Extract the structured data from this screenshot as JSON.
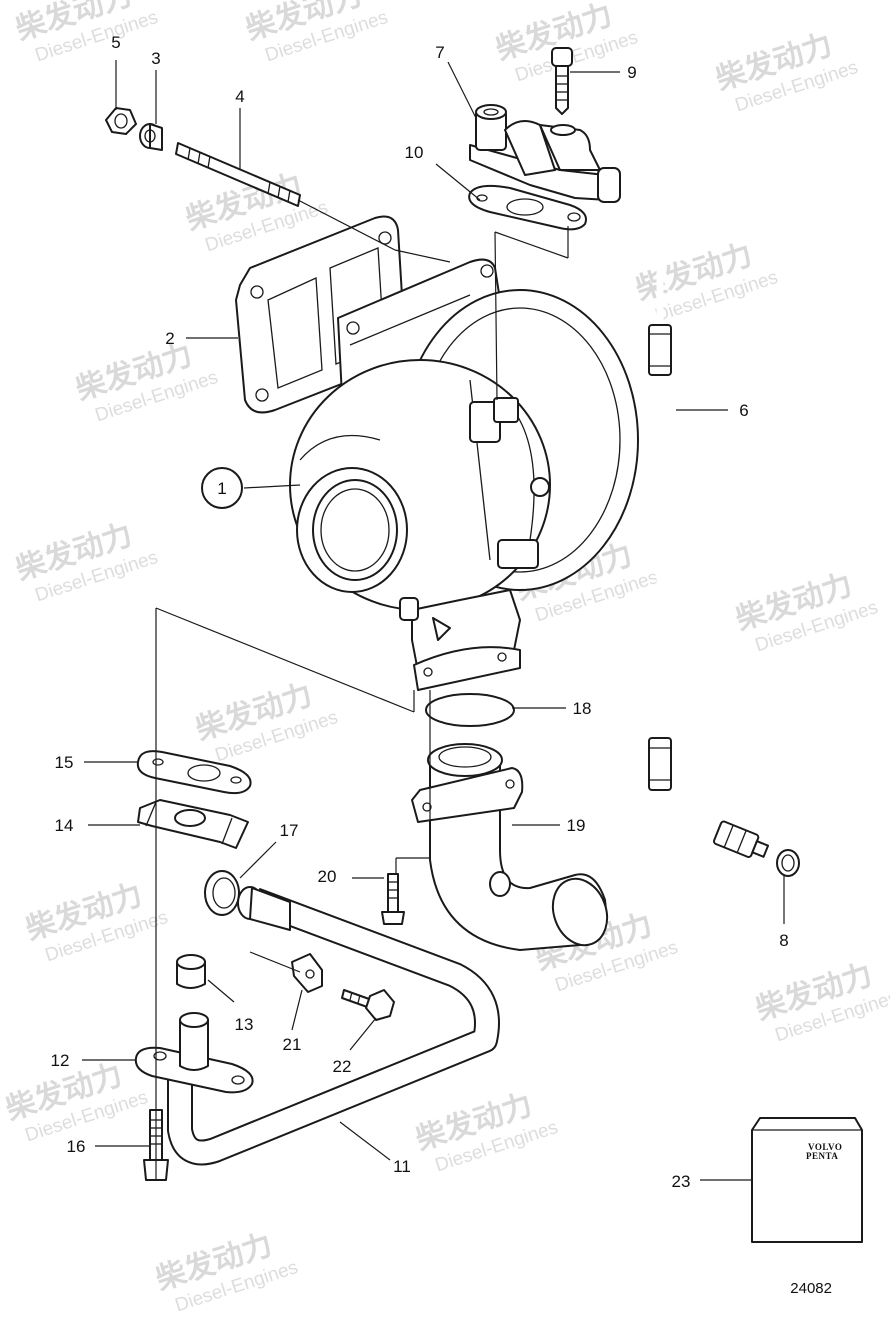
{
  "watermark": {
    "brand_cn": "柴发动力",
    "brand_en": "Diesel-Engines"
  },
  "kit_logo": {
    "line1": "VOLVO",
    "line2": "PENTA"
  },
  "drawing_number": "24082",
  "callouts": [
    {
      "id": "p1",
      "label": "1"
    },
    {
      "id": "p2",
      "label": "2"
    },
    {
      "id": "p3",
      "label": "3"
    },
    {
      "id": "p4",
      "label": "4"
    },
    {
      "id": "p5",
      "label": "5"
    },
    {
      "id": "p6",
      "label": "6"
    },
    {
      "id": "p7",
      "label": "7"
    },
    {
      "id": "p8",
      "label": "8"
    },
    {
      "id": "p9",
      "label": "9"
    },
    {
      "id": "p10",
      "label": "10"
    },
    {
      "id": "p11",
      "label": "11"
    },
    {
      "id": "p12",
      "label": "12"
    },
    {
      "id": "p13",
      "label": "13"
    },
    {
      "id": "p14",
      "label": "14"
    },
    {
      "id": "p15",
      "label": "15"
    },
    {
      "id": "p16",
      "label": "16"
    },
    {
      "id": "p17",
      "label": "17"
    },
    {
      "id": "p18",
      "label": "18"
    },
    {
      "id": "p19",
      "label": "19"
    },
    {
      "id": "p20",
      "label": "20"
    },
    {
      "id": "p21",
      "label": "21"
    },
    {
      "id": "p22",
      "label": "22"
    },
    {
      "id": "p23",
      "label": "23"
    }
  ]
}
